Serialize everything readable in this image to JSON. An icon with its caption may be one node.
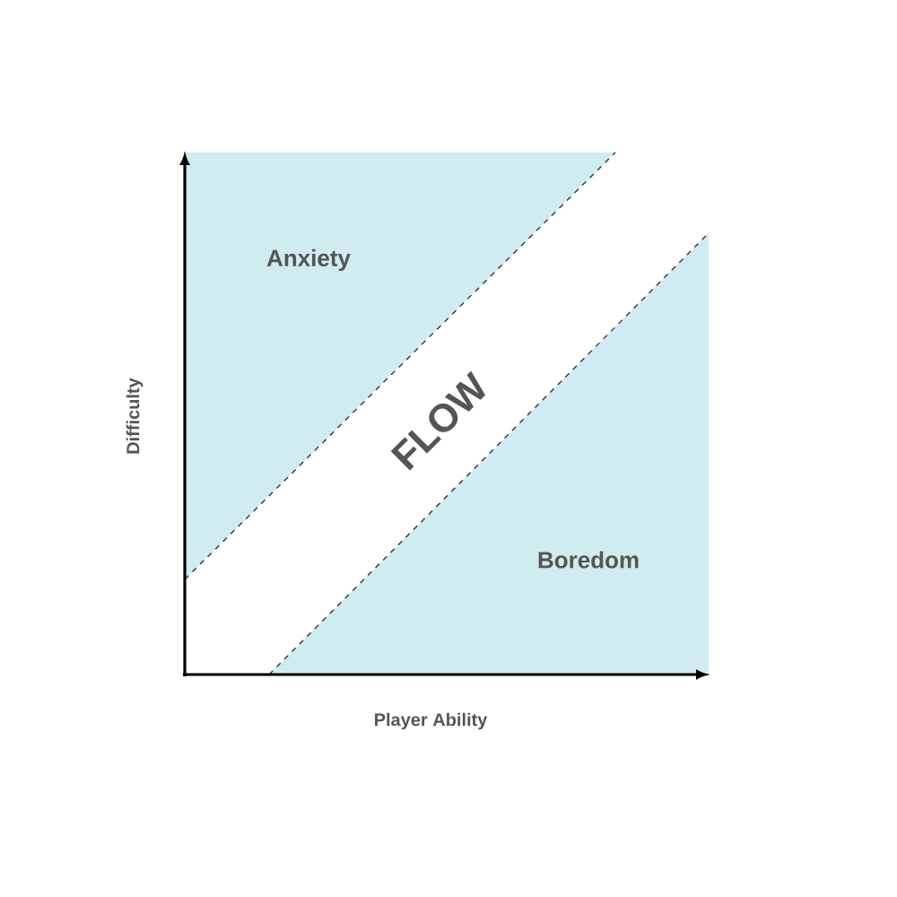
{
  "diagram": {
    "nodes": [
      {
        "text": [
          "Anxiety"
        ]
      },
      {
        "text": [
          "FLOW"
        ]
      },
      {
        "text": [
          "Boredom"
        ]
      }
    ],
    "labels": [
      "Difficulty",
      "Player Ability"
    ]
  }
}
